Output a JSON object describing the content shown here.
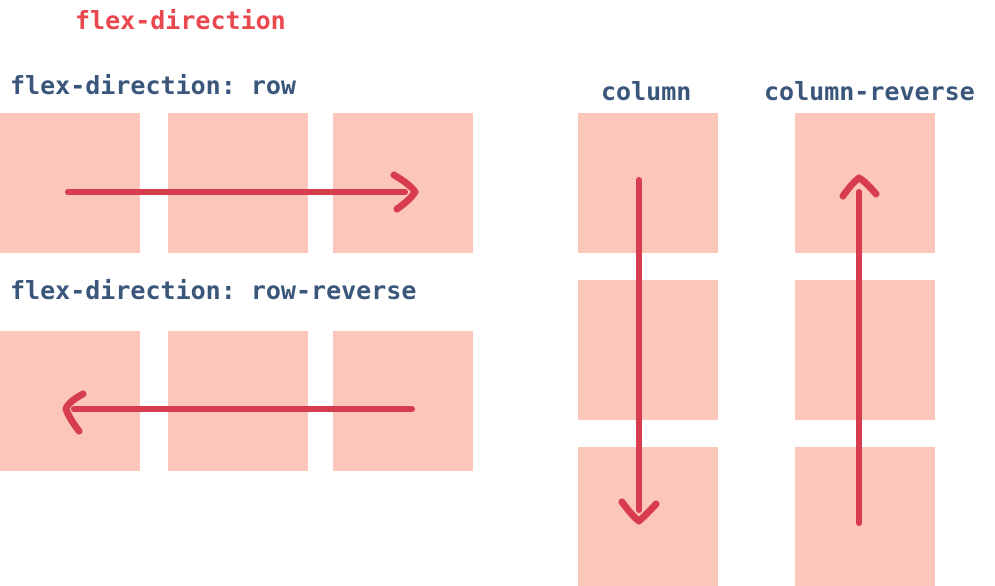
{
  "title": {
    "text": "flex-direction"
  },
  "colors": {
    "pink": "#fcc7ba",
    "red": "#d83d4f",
    "title-red": "#e9484f",
    "navy": "#3a567a",
    "bg": "#ffffff"
  },
  "sections": {
    "row": {
      "label": "flex-direction: row",
      "item_count": 3,
      "arrow_direction": "right"
    },
    "row_reverse": {
      "label": "flex-direction: row-reverse",
      "item_count": 3,
      "arrow_direction": "left"
    },
    "column": {
      "label": "column",
      "item_count": 3,
      "arrow_direction": "down"
    },
    "column_reverse": {
      "label": "column-reverse",
      "item_count": 3,
      "arrow_direction": "up"
    }
  }
}
